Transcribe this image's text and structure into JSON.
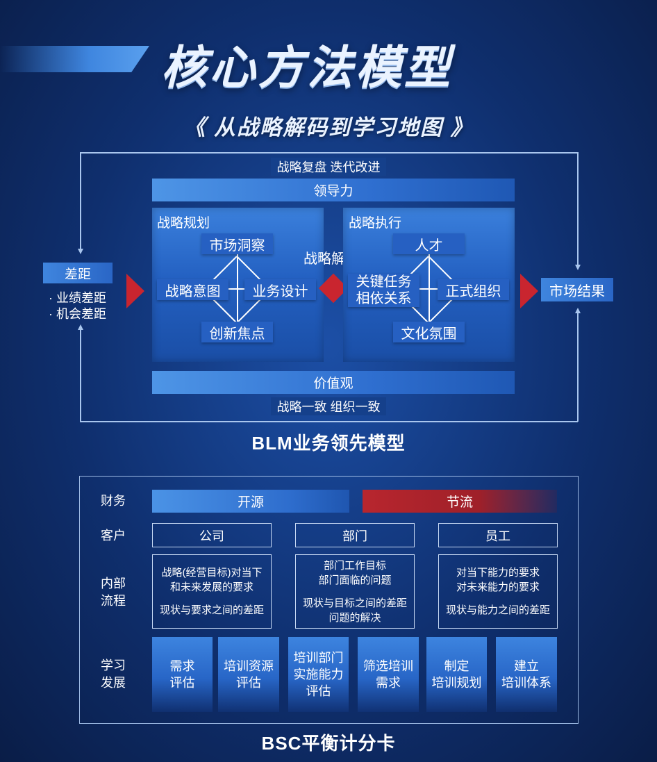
{
  "header": {
    "title": "核心方法模型",
    "subtitle": "《 从战略解码到学习地图 》"
  },
  "blm": {
    "top_loop": "战略复盘  迭代改进",
    "bottom_loop": "战略一致  组织一致",
    "leadership": "领导力",
    "values": "价值观",
    "gap": {
      "title": "差距",
      "items": [
        "· 业绩差距",
        "· 机会差距"
      ]
    },
    "strategy_planning": {
      "label": "战略规划",
      "top": "市场洞察",
      "left": "战略意图",
      "right": "业务设计",
      "bottom": "创新焦点"
    },
    "decode_label": "战略解码",
    "strategy_execution": {
      "label": "战略执行",
      "top": "人才",
      "left_line1": "关键任务",
      "left_line2": "相依关系",
      "right": "正式组织",
      "bottom": "文化氛围"
    },
    "result": "市场结果",
    "caption": "BLM业务领先模型"
  },
  "bsc": {
    "rows": {
      "finance": "财务",
      "customer": "客户",
      "process_line1": "内部",
      "process_line2": "流程",
      "learning_line1": "学习",
      "learning_line2": "发展"
    },
    "finance": {
      "open": "开源",
      "save": "节流"
    },
    "customers": [
      "公司",
      "部门",
      "员工"
    ],
    "process": [
      {
        "a": "战略(经营目标)对当下",
        "b": "和未来发展的要求",
        "c": "现状与要求之间的差距",
        "d": ""
      },
      {
        "a": "部门工作目标",
        "b": "部门面临的问题",
        "c": "现状与目标之间的差距",
        "d": "问题的解决"
      },
      {
        "a": "对当下能力的要求",
        "b": "对未来能力的要求",
        "c": "现状与能力之间的差距",
        "d": ""
      }
    ],
    "learning": [
      {
        "l1": "需求",
        "l2": "评估",
        "l3": ""
      },
      {
        "l1": "培训资源",
        "l2": "评估",
        "l3": ""
      },
      {
        "l1": "培训部门",
        "l2": "实施能力",
        "l3": "评估"
      },
      {
        "l1": "筛选培训",
        "l2": "需求",
        "l3": ""
      },
      {
        "l1": "制定",
        "l2": "培训规划",
        "l3": ""
      },
      {
        "l1": "建立",
        "l2": "培训体系",
        "l3": ""
      }
    ],
    "caption": "BSC平衡计分卡"
  }
}
